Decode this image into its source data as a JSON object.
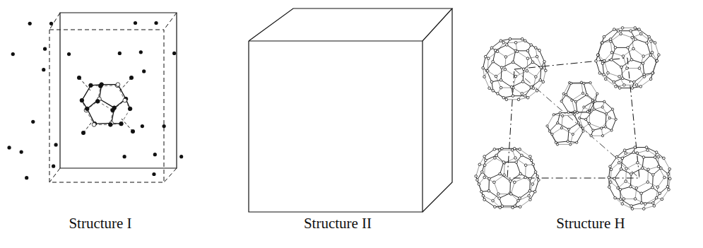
{
  "diagram": {
    "labels": [
      "Structure I",
      "Structure II",
      "Structure H"
    ]
  }
}
